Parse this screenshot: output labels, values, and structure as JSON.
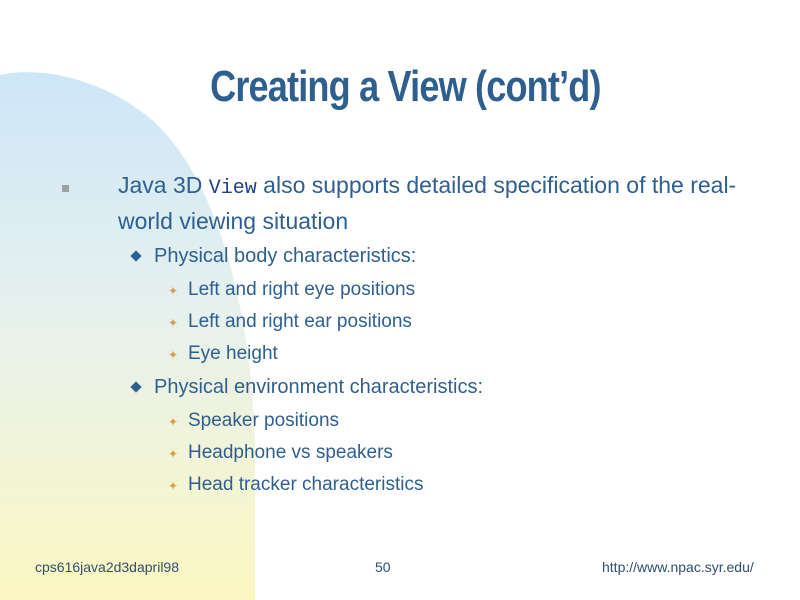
{
  "slide": {
    "title": "Creating a View (cont’d)",
    "bullet1": {
      "text_before": "Java 3D ",
      "code": "View",
      "text_after": " also supports detailed specification of the real-world viewing situation"
    },
    "sub1": {
      "label": "Physical body characteristics:",
      "items": [
        "Left and right eye positions",
        "Left and right ear positions",
        "Eye height"
      ]
    },
    "sub2": {
      "label": "Physical environment characteristics:",
      "items": [
        "Speaker positions",
        "Headphone vs speakers",
        "Head tracker characteristics"
      ]
    }
  },
  "footer": {
    "left": "cps616java2d3dapril98",
    "page_number": "50",
    "url": "http://www.npac.syr.edu/"
  },
  "colors": {
    "title": "#2f5f8f",
    "text": "#2f5f8f",
    "star_bullet": "#d4a04a",
    "square_bullet": "#a0a0a0",
    "background_gradient_top": "#cfe6f7",
    "background_gradient_bottom": "#fbf7c4"
  }
}
